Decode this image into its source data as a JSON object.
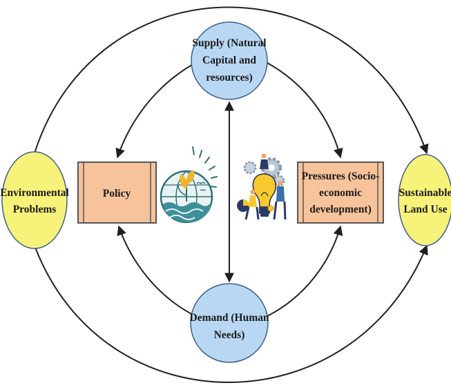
{
  "nodes": {
    "supply": {
      "lines": [
        "Supply (Natural",
        "Capital and",
        "resources)"
      ],
      "fill": "#b9d7f3"
    },
    "demand": {
      "lines": [
        "Demand (Human",
        "Needs)"
      ],
      "fill": "#b9d7f3"
    },
    "environmental": {
      "lines": [
        "Environmental",
        "Problems"
      ],
      "fill": "#f7f27a"
    },
    "sustainable": {
      "lines": [
        "Sustainable",
        "Land Use"
      ],
      "fill": "#f7f27a"
    },
    "policy": {
      "lines": [
        "Policy"
      ],
      "fill": "#f6c39a"
    },
    "pressures": {
      "lines": [
        "Pressures (Socio-",
        "economic",
        "development)"
      ],
      "fill": "#f6c39a"
    }
  },
  "icons": {
    "left": "earth-plant-water-icon",
    "right": "lightbulb-gears-people-icon"
  },
  "colors": {
    "stroke": "#1f1f1f",
    "ellipse_border": "#3a5d8a",
    "box_border": "#555555"
  }
}
